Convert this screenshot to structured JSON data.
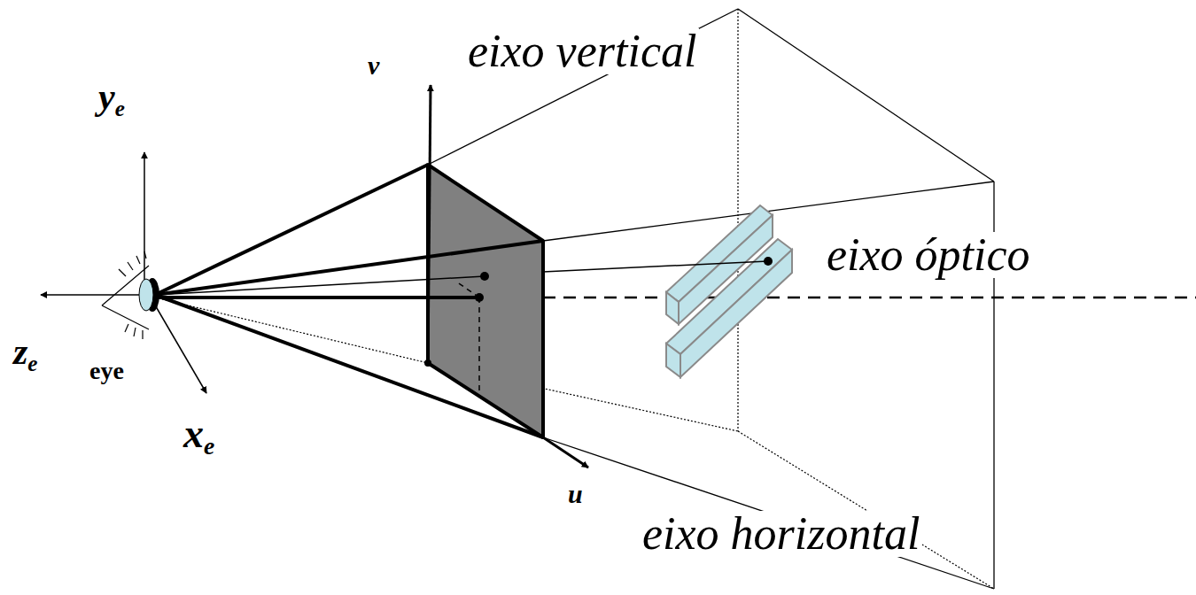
{
  "diagram": {
    "labels": [
      "ye",
      "v",
      "eixo vertical",
      "eixo óptico",
      "ze",
      "eye",
      "xe",
      "u",
      "eixo horizontal"
    ]
  }
}
